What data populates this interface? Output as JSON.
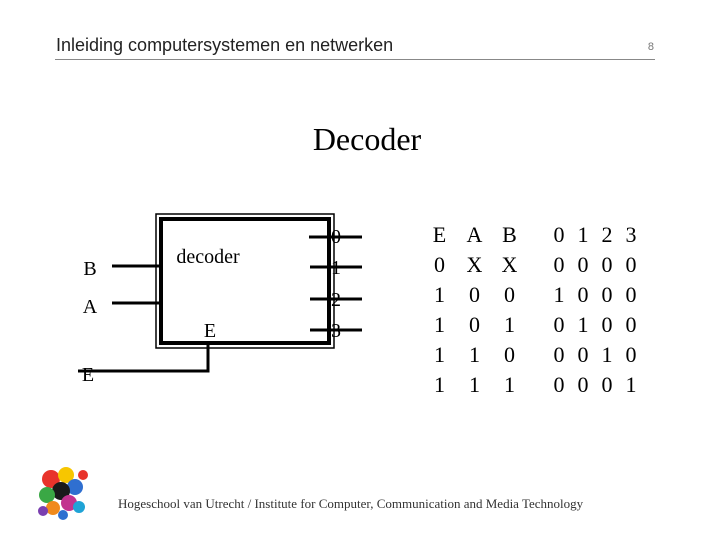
{
  "header": {
    "title": "Inleiding computersystemen en netwerken",
    "page_number": "8"
  },
  "slide": {
    "title": "Decoder"
  },
  "diagram": {
    "block_label": "decoder",
    "enable_label": "E",
    "inputs": [
      "B",
      "A"
    ],
    "enable_input": "E",
    "outputs": [
      "0",
      "1",
      "2",
      "3"
    ]
  },
  "truth_table": {
    "headers": [
      "E",
      "A",
      "B",
      "0",
      "1",
      "2",
      "3"
    ],
    "rows": [
      [
        "0",
        "X",
        "X",
        "0",
        "0",
        "0",
        "0"
      ],
      [
        "1",
        "0",
        "0",
        "1",
        "0",
        "0",
        "0"
      ],
      [
        "1",
        "0",
        "1",
        "0",
        "1",
        "0",
        "0"
      ],
      [
        "1",
        "1",
        "0",
        "0",
        "0",
        "1",
        "0"
      ],
      [
        "1",
        "1",
        "1",
        "0",
        "0",
        "0",
        "1"
      ]
    ]
  },
  "footer": {
    "text": "Hogeschool van Utrecht / Institute for Computer, Communication and Media Technology"
  }
}
